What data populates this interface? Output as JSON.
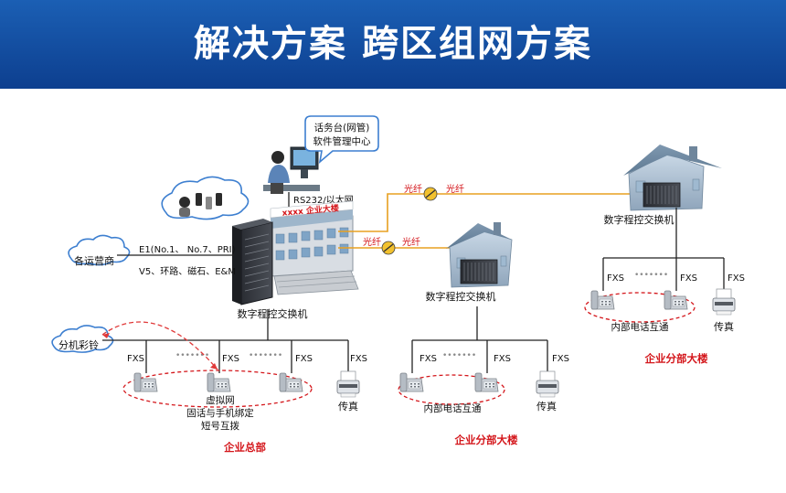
{
  "header": {
    "title": "解决方案 跨区组网方案"
  },
  "center": {
    "line1": "话务台(网管)",
    "line2": "软件管理中心"
  },
  "labels": {
    "rs232": "RS232/以太网",
    "fiber": "光纤",
    "pbx": "数字程控交换机",
    "building_sign": "xxxx 企业大楼",
    "carrier": "各运营商",
    "trunk1": "E1(No.1、 No.7、PRI)",
    "trunk2": "V5、环路、磁石、E&M",
    "ringback": "分机彩铃",
    "fxs": "FXS",
    "dots": "•••••••",
    "fax": "传真",
    "virtual1": "虚拟网",
    "virtual2": "固话与手机绑定",
    "virtual3": "短号互拨",
    "hq": "企业总部",
    "intercom": "内部电话互通",
    "branch": "企业分部大楼"
  },
  "colors": {
    "banner": "#1b5fb4",
    "fiber": "#e8a020",
    "red": "#d4161b",
    "line": "#222222"
  }
}
